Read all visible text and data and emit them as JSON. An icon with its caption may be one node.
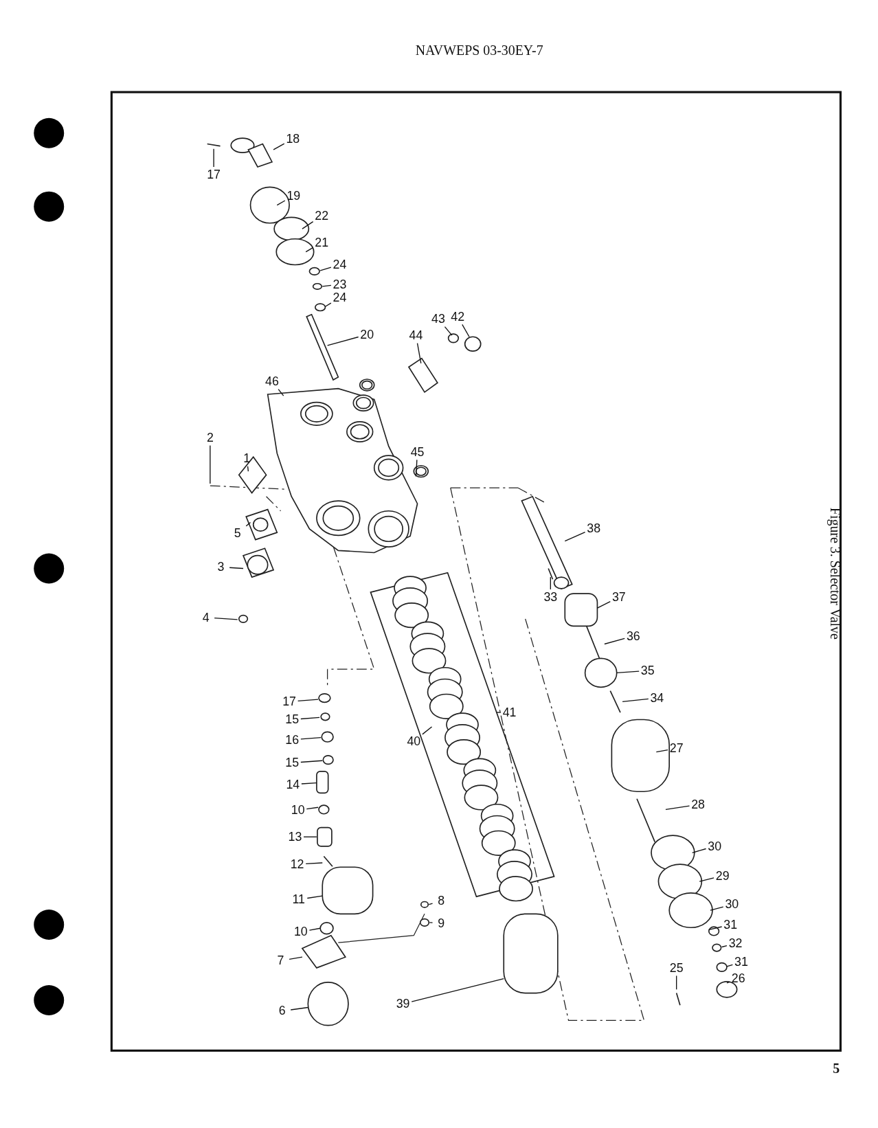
{
  "diagram": {
    "title": "NAVWEPS 03-30EY-7",
    "caption": "Figure 3. Selector Valve",
    "nodes": [
      {
        "text": [
          "17"
        ]
      },
      {
        "text": [
          "18"
        ]
      },
      {
        "text": [
          "19"
        ]
      },
      {
        "text": [
          "22"
        ]
      },
      {
        "text": [
          "21"
        ]
      },
      {
        "text": [
          "24"
        ]
      },
      {
        "text": [
          "23"
        ]
      },
      {
        "text": [
          "24"
        ]
      },
      {
        "text": [
          "20"
        ]
      },
      {
        "text": [
          "44"
        ]
      },
      {
        "text": [
          "43"
        ]
      },
      {
        "text": [
          "42"
        ]
      },
      {
        "text": [
          "46"
        ]
      },
      {
        "text": [
          "2"
        ]
      },
      {
        "text": [
          "1"
        ]
      },
      {
        "text": [
          "45"
        ]
      },
      {
        "text": [
          "5"
        ]
      },
      {
        "text": [
          "3"
        ]
      },
      {
        "text": [
          "4"
        ]
      },
      {
        "text": [
          "38"
        ]
      },
      {
        "text": [
          "33"
        ]
      },
      {
        "text": [
          "37"
        ]
      },
      {
        "text": [
          "36"
        ]
      },
      {
        "text": [
          "35"
        ]
      },
      {
        "text": [
          "34"
        ]
      },
      {
        "text": [
          "27"
        ]
      },
      {
        "text": [
          "28"
        ]
      },
      {
        "text": [
          "30"
        ]
      },
      {
        "text": [
          "29"
        ]
      },
      {
        "text": [
          "30"
        ]
      },
      {
        "text": [
          "31"
        ]
      },
      {
        "text": [
          "32"
        ]
      },
      {
        "text": [
          "31"
        ]
      },
      {
        "text": [
          "25"
        ]
      },
      {
        "text": [
          "26"
        ]
      },
      {
        "text": [
          "17"
        ]
      },
      {
        "text": [
          "15"
        ]
      },
      {
        "text": [
          "16"
        ]
      },
      {
        "text": [
          "15"
        ]
      },
      {
        "text": [
          "14"
        ]
      },
      {
        "text": [
          "10"
        ]
      },
      {
        "text": [
          "13"
        ]
      },
      {
        "text": [
          "12"
        ]
      },
      {
        "text": [
          "11"
        ]
      },
      {
        "text": [
          "10"
        ]
      },
      {
        "text": [
          "7"
        ]
      },
      {
        "text": [
          "8"
        ]
      },
      {
        "text": [
          "9"
        ]
      },
      {
        "text": [
          "6"
        ]
      },
      {
        "text": [
          "40"
        ]
      },
      {
        "text": [
          "41"
        ]
      },
      {
        "text": [
          "39"
        ]
      }
    ],
    "edges": [
      {
        "from": 0,
        "to": null,
        "arrow": "none"
      },
      {
        "from": 1,
        "to": null,
        "arrow": "none"
      },
      {
        "from": 2,
        "to": null,
        "arrow": "none"
      },
      {
        "from": 3,
        "to": null,
        "arrow": "none"
      },
      {
        "from": 4,
        "to": null,
        "arrow": "none"
      },
      {
        "from": 5,
        "to": null,
        "arrow": "none"
      },
      {
        "from": 6,
        "to": null,
        "arrow": "none"
      },
      {
        "from": 7,
        "to": null,
        "arrow": "none"
      },
      {
        "from": 8,
        "to": null,
        "arrow": "none"
      },
      {
        "from": 9,
        "to": null,
        "arrow": "none"
      },
      {
        "from": 10,
        "to": null,
        "arrow": "none"
      },
      {
        "from": 11,
        "to": null,
        "arrow": "none"
      },
      {
        "from": 12,
        "to": null,
        "arrow": "none"
      },
      {
        "from": 13,
        "to": null,
        "arrow": "none"
      },
      {
        "from": 14,
        "to": null,
        "arrow": "none"
      },
      {
        "from": 15,
        "to": null,
        "arrow": "none"
      },
      {
        "from": 16,
        "to": null,
        "arrow": "none"
      },
      {
        "from": 17,
        "to": null,
        "arrow": "none"
      },
      {
        "from": 18,
        "to": null,
        "arrow": "none"
      },
      {
        "from": 19,
        "to": null,
        "arrow": "none"
      },
      {
        "from": 20,
        "to": null,
        "arrow": "none"
      },
      {
        "from": 21,
        "to": null,
        "arrow": "none"
      },
      {
        "from": 22,
        "to": null,
        "arrow": "none"
      },
      {
        "from": 23,
        "to": null,
        "arrow": "none"
      },
      {
        "from": 24,
        "to": null,
        "arrow": "none"
      },
      {
        "from": 25,
        "to": null,
        "arrow": "none"
      },
      {
        "from": 26,
        "to": null,
        "arrow": "none"
      },
      {
        "from": 27,
        "to": null,
        "arrow": "none"
      },
      {
        "from": 28,
        "to": null,
        "arrow": "none"
      },
      {
        "from": 29,
        "to": null,
        "arrow": "none"
      },
      {
        "from": 30,
        "to": null,
        "arrow": "none"
      },
      {
        "from": 31,
        "to": null,
        "arrow": "none"
      },
      {
        "from": 32,
        "to": null,
        "arrow": "none"
      },
      {
        "from": 33,
        "to": null,
        "arrow": "none"
      },
      {
        "from": 34,
        "to": null,
        "arrow": "none"
      },
      {
        "from": 35,
        "to": null,
        "arrow": "none"
      },
      {
        "from": 36,
        "to": null,
        "arrow": "none"
      },
      {
        "from": 37,
        "to": null,
        "arrow": "none"
      },
      {
        "from": 38,
        "to": null,
        "arrow": "none"
      },
      {
        "from": 39,
        "to": null,
        "arrow": "none"
      },
      {
        "from": 40,
        "to": null,
        "arrow": "none"
      },
      {
        "from": 41,
        "to": null,
        "arrow": "none"
      },
      {
        "from": 42,
        "to": null,
        "arrow": "none"
      },
      {
        "from": 43,
        "to": null,
        "arrow": "none"
      },
      {
        "from": 44,
        "to": null,
        "arrow": "none"
      },
      {
        "from": 45,
        "to": null,
        "arrow": "none"
      },
      {
        "from": 46,
        "to": null,
        "arrow": "none"
      },
      {
        "from": 47,
        "to": null,
        "arrow": "none"
      },
      {
        "from": 48,
        "to": null,
        "arrow": "none"
      },
      {
        "from": 49,
        "to": null,
        "arrow": "none"
      },
      {
        "from": 50,
        "to": null,
        "arrow": "none"
      },
      {
        "from": 51,
        "to": null,
        "arrow": "none"
      }
    ],
    "labels": [
      "5"
    ]
  }
}
